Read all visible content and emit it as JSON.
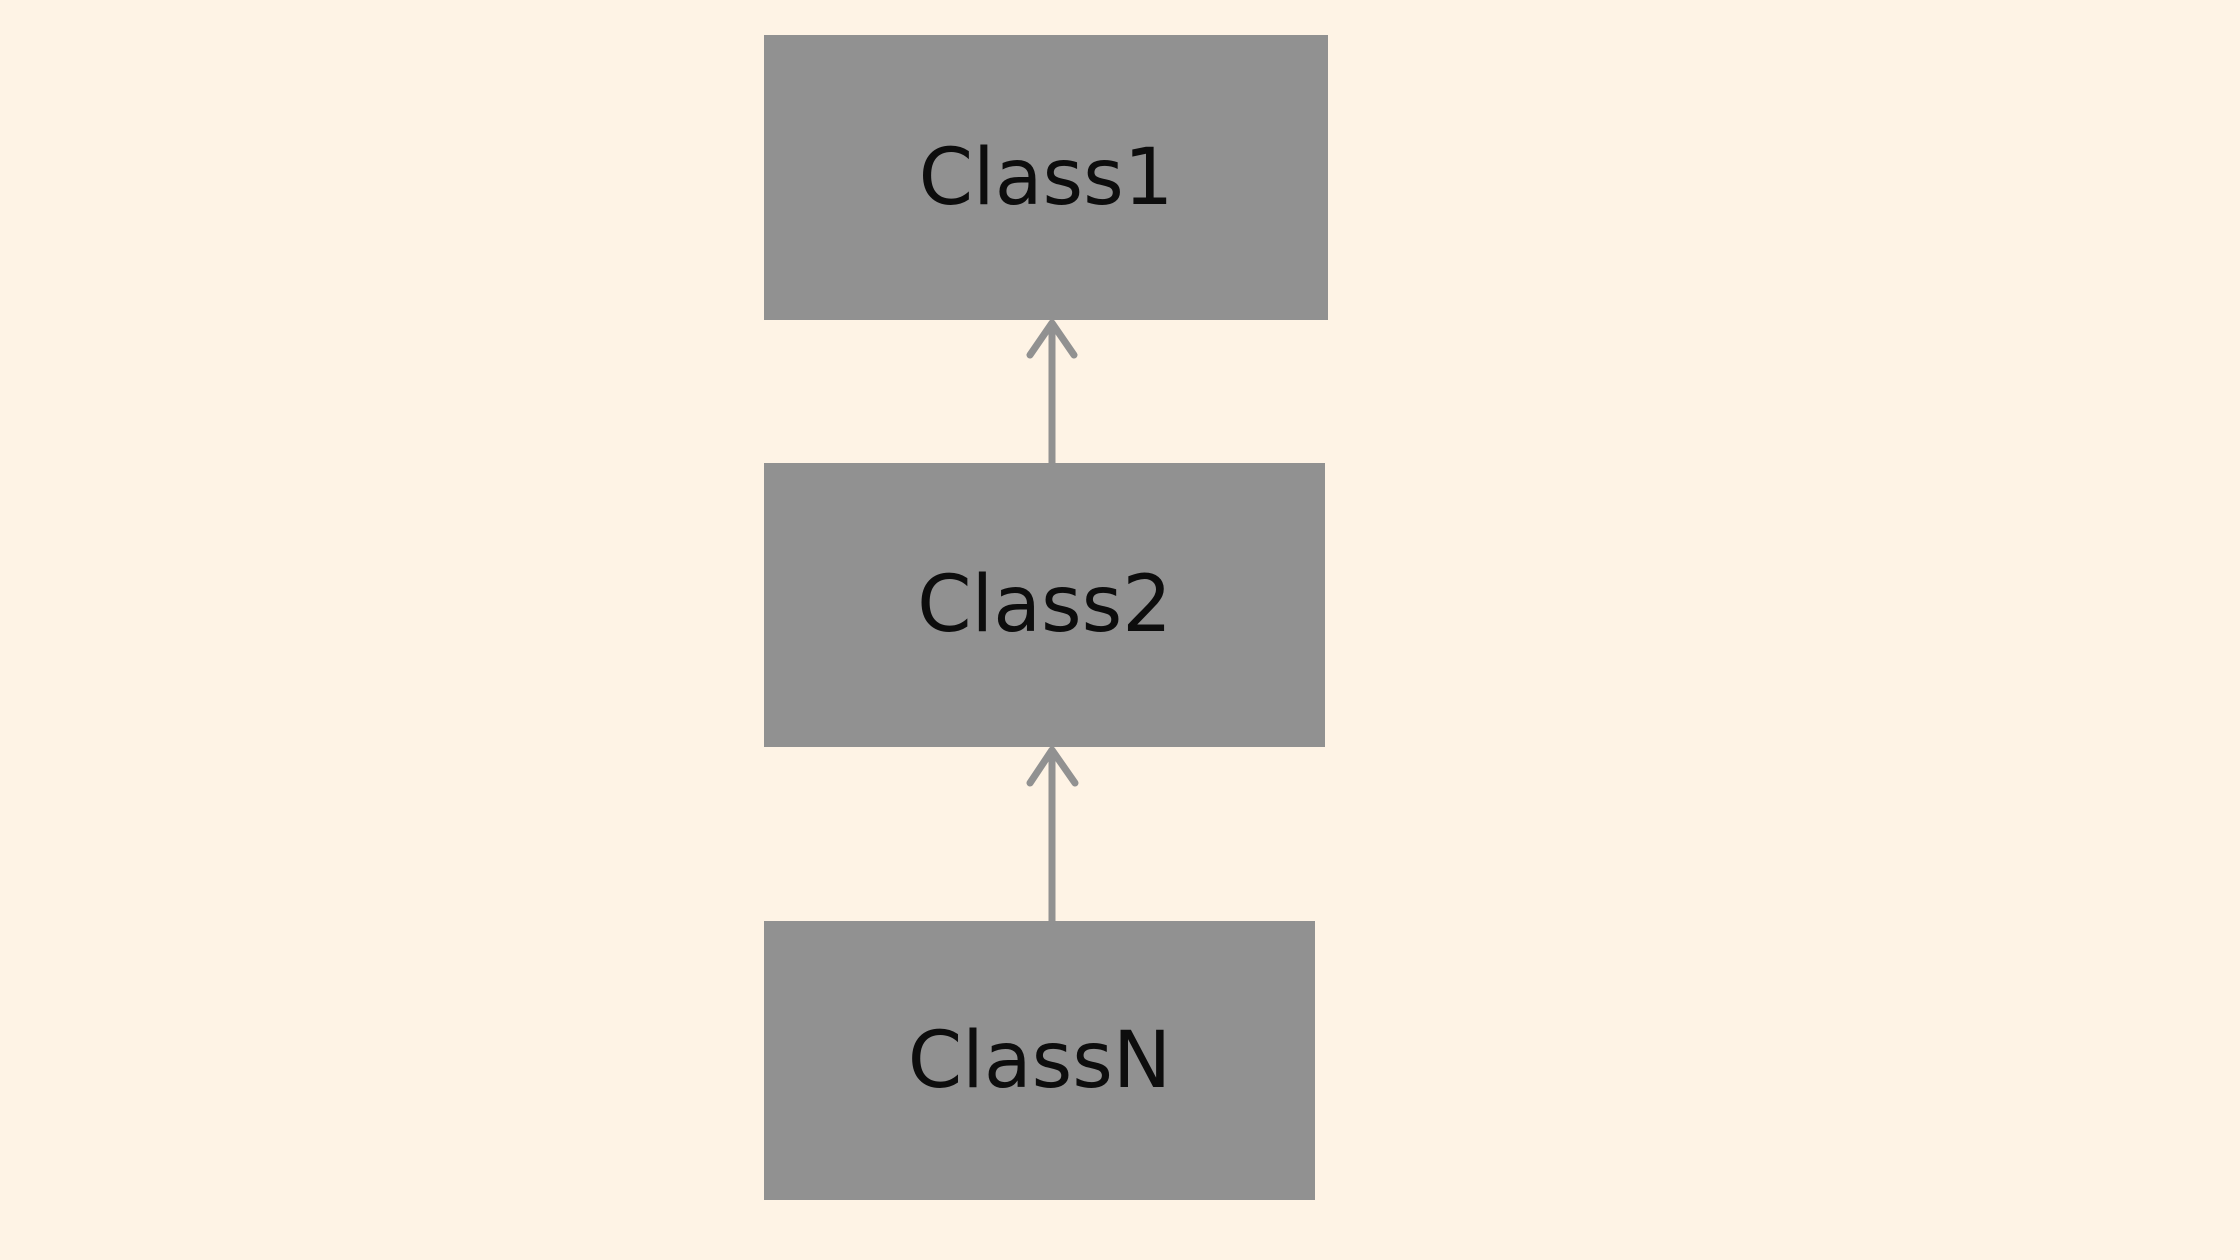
{
  "colors": {
    "background": "#fef3e5",
    "box_fill": "#919191",
    "arrow": "#919191",
    "text": "#0d0d0d"
  },
  "boxes": {
    "class1": {
      "label": "Class1"
    },
    "class2": {
      "label": "Class2"
    },
    "classn": {
      "label": "ClassN"
    }
  },
  "relations": [
    {
      "from": "class2",
      "to": "class1",
      "arrowhead": "open"
    },
    {
      "from": "classn",
      "to": "class2",
      "arrowhead": "open"
    }
  ]
}
